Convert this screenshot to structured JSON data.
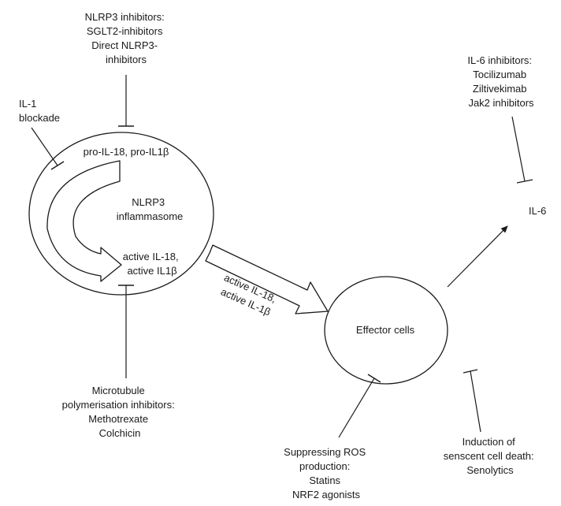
{
  "labels": {
    "nlrp3_inhibitors": [
      "NLRP3 inhibitors:",
      "SGLT2-inhibitors",
      "Direct NLRP3-",
      "inhibitors"
    ],
    "il1_blockade": [
      "IL-1",
      "blockade"
    ],
    "il6_inhibitors": [
      "IL-6 inhibitors:",
      "Tocilizumab",
      "Ziltivekimab",
      "Jak2 inhibitors"
    ],
    "il6": "IL-6",
    "pro_il": "pro-IL-18, pro-IL1β",
    "inflammasome": [
      "NLRP3",
      "inflammasome"
    ],
    "active_in_cell": [
      "active IL-18,",
      "active IL1β"
    ],
    "active_on_arrow": [
      "active IL-18,",
      "active IL-1β"
    ],
    "effector": "Effector cells",
    "microtubule": [
      "Microtubule",
      "polymerisation inhibitors:",
      "Methotrexate",
      "Colchicin"
    ],
    "ros": [
      "Suppressing ROS",
      "production:",
      "Statins",
      "NRF2 agonists"
    ],
    "senescent": [
      "Induction of",
      "senscent cell death:",
      "Senolytics"
    ]
  }
}
